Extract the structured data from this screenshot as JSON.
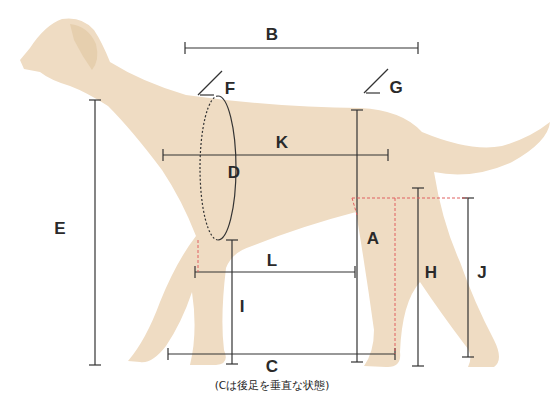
{
  "diagram": {
    "labels": [
      "B",
      "F",
      "G",
      "K",
      "D",
      "E",
      "A",
      "H",
      "J",
      "L",
      "I",
      "C",
      "(Cは後足を垂直な状態)"
    ]
  }
}
